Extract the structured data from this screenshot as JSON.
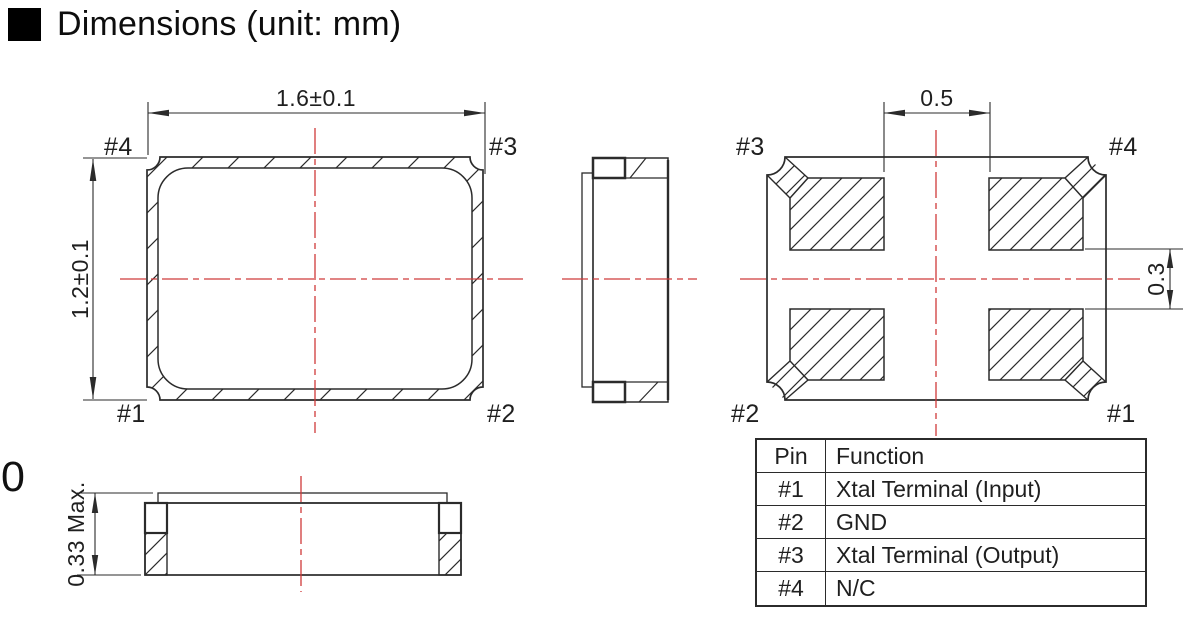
{
  "title": "Dimensions (unit: mm)",
  "stray_zero": "0",
  "colors": {
    "ink": "#2b2b2b",
    "centerline_red": "#cf3a3a",
    "background": "#ffffff"
  },
  "top_view": {
    "dims": {
      "width": "1.6±0.1",
      "height": "1.2±0.1"
    },
    "pins": {
      "top_left": "#4",
      "top_right": "#3",
      "bottom_left": "#1",
      "bottom_right": "#2"
    }
  },
  "bottom_view": {
    "dims": {
      "pad_gap_horizontal": "0.5",
      "pad_gap_vertical": "0.3"
    },
    "pins": {
      "top_left": "#3",
      "top_right": "#4",
      "bottom_left": "#2",
      "bottom_right": "#1"
    }
  },
  "front_view": {
    "dims": {
      "height_max": "0.33 Max."
    }
  },
  "pin_table": {
    "headers": [
      "Pin",
      "Function"
    ],
    "rows": [
      {
        "pin": "#1",
        "function": "Xtal Terminal (Input)"
      },
      {
        "pin": "#2",
        "function": "GND"
      },
      {
        "pin": "#3",
        "function": "Xtal Terminal (Output)"
      },
      {
        "pin": "#4",
        "function": "N/C"
      }
    ]
  }
}
